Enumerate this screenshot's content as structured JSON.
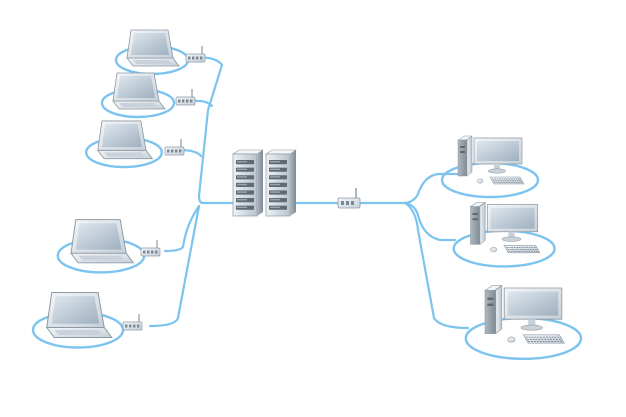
{
  "diagram": {
    "type": "network-topology",
    "colors": {
      "link": "#7cc4ef",
      "device_light": "#e9eef3",
      "device_mid": "#c9d2da",
      "device_dark": "#8e99a3",
      "screen": "#a9b8c6",
      "rack_bay": "#5f6a74"
    },
    "central_hub": {
      "icon": "server-rack-pair-icon",
      "count": 2
    },
    "center_switch": {
      "icon": "network-switch-icon"
    },
    "left_group": {
      "icon": "laptop-icon",
      "count": 5,
      "link_icon": "wireless-router-icon"
    },
    "right_group": {
      "icon": "desktop-workstation-icon",
      "count": 3
    }
  }
}
